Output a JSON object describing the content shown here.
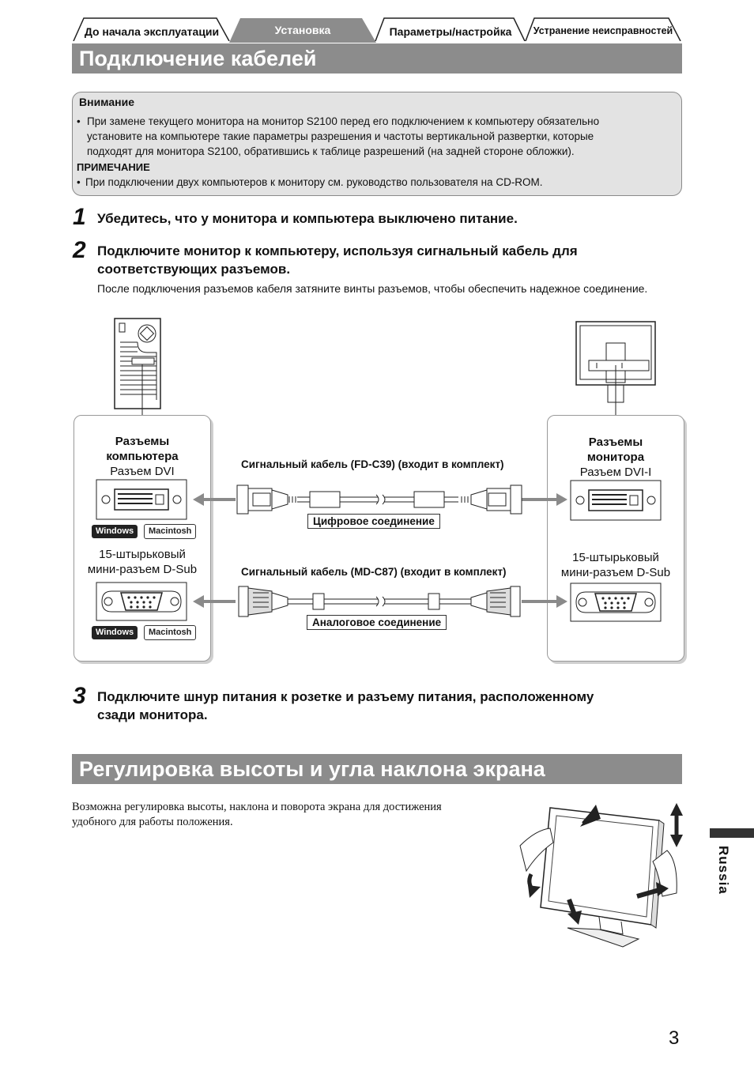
{
  "tabs": [
    {
      "label": "До начала эксплуатации",
      "active": false
    },
    {
      "label": "Установка",
      "active": true
    },
    {
      "label": "Параметры/настройка",
      "active": false
    },
    {
      "label": "Устранение неисправностей",
      "active": false
    }
  ],
  "section1": {
    "title": "Подключение кабелей"
  },
  "notice": {
    "caution_head": "Внимание",
    "caution_lines": [
      "При замене текущего монитора на монитор S2100 перед его подключением к компьютеру обязательно",
      "установите на компьютере такие параметры разрешения и частоты вертикальной развертки, которые",
      "подходят для монитора S2100, обратившись к таблице разрешений (на задней стороне обложки)."
    ],
    "note_head": "ПРИМЕЧАНИЕ",
    "note_text": "При подключении двух компьютеров к монитору см. руководство пользователя на CD-ROM."
  },
  "steps": [
    {
      "num": "1",
      "lines": [
        "Убедитесь, что у монитора и компьютера выключено питание."
      ]
    },
    {
      "num": "2",
      "lines": [
        "Подключите монитор к компьютеру, используя сигнальный кабель для",
        "соответствующих разъемов."
      ],
      "sub": "После подключения разъемов кабеля затяните винты разъемов, чтобы обеспечить надежное соединение."
    },
    {
      "num": "3",
      "lines": [
        "Подключите шнур питания к розетке и разъему питания, расположенному",
        "сзади монитора."
      ]
    }
  ],
  "diagram": {
    "pc_heading": [
      "Разъемы",
      "компьютера"
    ],
    "pc_dvi": "Разъем DVI",
    "pc_dsub": [
      "15-штырьковый",
      "мини-разъем D-Sub"
    ],
    "mon_heading": [
      "Разъемы",
      "монитора"
    ],
    "mon_dvi": "Разъем DVI-I",
    "mon_dsub": [
      "15-штырьковый",
      "мини-разъем D-Sub"
    ],
    "cable_digital": "Сигнальный кабель (FD-C39) (входит в комплект)",
    "cable_analog": "Сигнальный кабель (MD-C87) (входит в комплект)",
    "label_digital": "Цифровое соединение",
    "label_analog": "Аналоговое соединение",
    "os_windows": "Windows",
    "os_mac": "Macintosh"
  },
  "section2": {
    "title": "Регулировка высоты и угла наклона экрана",
    "body": [
      "Возможна регулировка высоты, наклона и поворота экрана для достижения",
      "удобного для работы положения."
    ]
  },
  "side_label": "Russia",
  "page_number": "3",
  "colors": {
    "section_bar": "#8c8c8c",
    "tab_active": "#8c8c8c",
    "notice_bg": "#e3e3e3"
  }
}
